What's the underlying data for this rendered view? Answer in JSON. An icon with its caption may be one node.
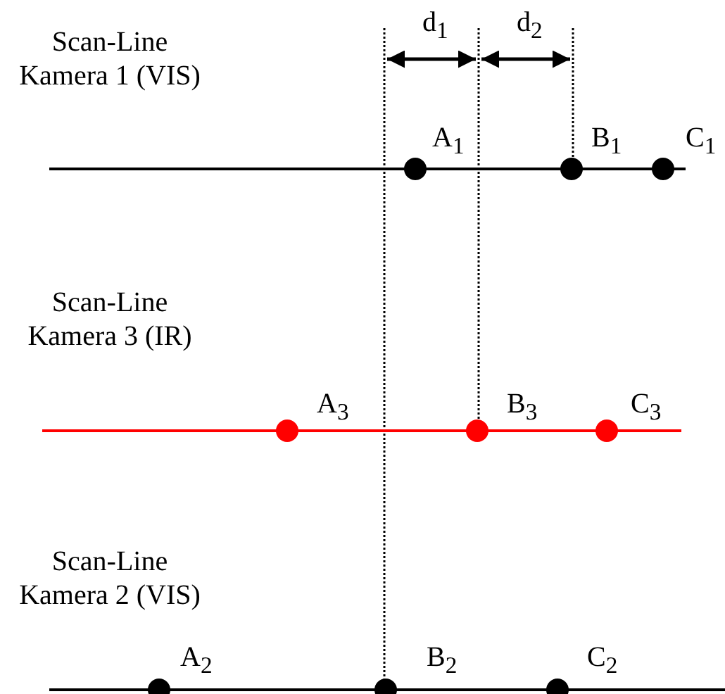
{
  "diagram": {
    "labels": [
      "Scan-Line Kamera 1 (VIS)",
      "d$_{1}$",
      "d$_{2}$",
      "A$_{1}$",
      "B$_{1}$",
      "C$_{1}$",
      "Scan-Line Kamera 3 (IR)",
      "A$_{3}$",
      "B$_{3}$",
      "C$_{3}$",
      "Scan-Line Kamera 2 (VIS)",
      "A$_{2}$",
      "B$_{2}$",
      "C$_{2}$"
    ]
  }
}
